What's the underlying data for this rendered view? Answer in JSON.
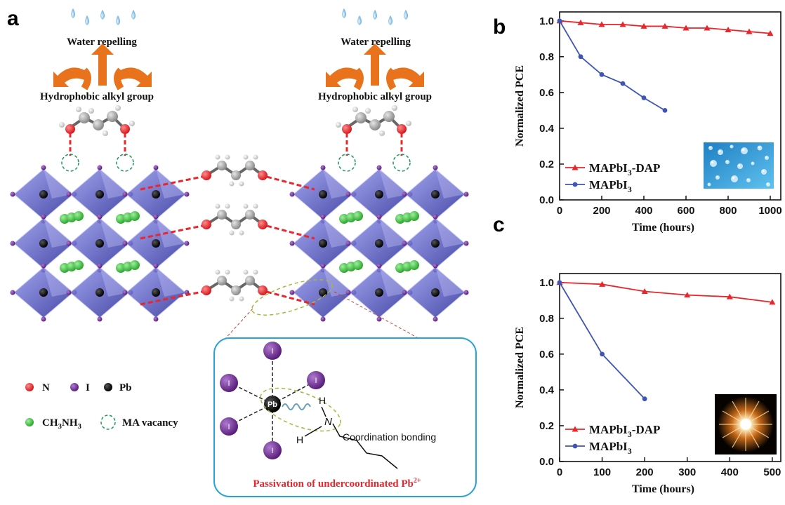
{
  "panel_a": {
    "letter": "a",
    "water_repelling_left": "Water repelling",
    "water_repelling_right": "Water repelling",
    "hydrophobic_left": "Hydrophobic alkyl group",
    "hydrophobic_right": "Hydrophobic alkyl group",
    "legend": {
      "n": "N",
      "i": "I",
      "pb": "Pb",
      "ch3nh3_main": "CH",
      "ch3nh3_sub1": "3",
      "ch3nh3_mid": "NH",
      "ch3nh3_sub2": "3",
      "ma_vacancy": "MA vacancy"
    },
    "inset": {
      "atom_i": "I",
      "atom_pb": "Pb",
      "atom_h": "H",
      "atom_n": "N",
      "coordination": "Coordination bonding",
      "passivation_main": "Passivation of undercoordinated Pb",
      "passivation_sup": "2+"
    },
    "colors": {
      "n_atom": "#e8262b",
      "i_atom": "#6a2a8c",
      "pb_atom": "#000000",
      "ma_atom": "#3dbb3d",
      "octahedron": "#3b3fb0",
      "arrow": "#e8731c",
      "inset_border": "#29a3d6",
      "passivation_text": "#e8262b"
    }
  },
  "chart_data": [
    {
      "type": "line",
      "panel": "b",
      "xlabel": "Time (hours)",
      "ylabel": "Normalized PCE",
      "xlim": [
        0,
        1050
      ],
      "ylim": [
        0.0,
        1.05
      ],
      "xticks": [
        "0",
        "200",
        "400",
        "600",
        "800",
        "1000"
      ],
      "yticks": [
        "0.0",
        "0.2",
        "0.4",
        "0.6",
        "0.8",
        "1.0"
      ],
      "legend_position": "bottom-left",
      "inset_image": "water-droplets",
      "series": [
        {
          "name": "MAPbI3-DAP",
          "legend_main": "MAPbI",
          "legend_sub": "3",
          "legend_tail": "-DAP",
          "color": "#e8262b",
          "marker": "triangle",
          "x": [
            0,
            100,
            200,
            300,
            400,
            500,
            600,
            700,
            800,
            900,
            1000
          ],
          "y": [
            1.0,
            0.99,
            0.98,
            0.98,
            0.97,
            0.97,
            0.96,
            0.96,
            0.95,
            0.94,
            0.93
          ]
        },
        {
          "name": "MAPbI3",
          "legend_main": "MAPbI",
          "legend_sub": "3",
          "legend_tail": "",
          "color": "#3f55b5",
          "marker": "circle",
          "x": [
            0,
            100,
            200,
            300,
            400,
            500
          ],
          "y": [
            1.0,
            0.8,
            0.7,
            0.65,
            0.57,
            0.5
          ]
        }
      ]
    },
    {
      "type": "line",
      "panel": "c",
      "xlabel": "Time (hours)",
      "ylabel": "Normalized PCE",
      "xlim": [
        0,
        520
      ],
      "ylim": [
        0.0,
        1.05
      ],
      "xticks": [
        "0",
        "100",
        "200",
        "300",
        "400",
        "500"
      ],
      "yticks": [
        "0.0",
        "0.2",
        "0.4",
        "0.6",
        "0.8",
        "1.0"
      ],
      "legend_position": "bottom-left",
      "inset_image": "light-burst",
      "series": [
        {
          "name": "MAPbI3-DAP",
          "legend_main": "MAPbI",
          "legend_sub": "3",
          "legend_tail": "-DAP",
          "color": "#e8262b",
          "marker": "triangle",
          "x": [
            0,
            100,
            200,
            300,
            400,
            500
          ],
          "y": [
            1.0,
            0.99,
            0.95,
            0.93,
            0.92,
            0.89
          ]
        },
        {
          "name": "MAPbI3",
          "legend_main": "MAPbI",
          "legend_sub": "3",
          "legend_tail": "",
          "color": "#3f55b5",
          "marker": "circle",
          "x": [
            0,
            100,
            200
          ],
          "y": [
            1.0,
            0.6,
            0.35
          ]
        }
      ]
    }
  ]
}
